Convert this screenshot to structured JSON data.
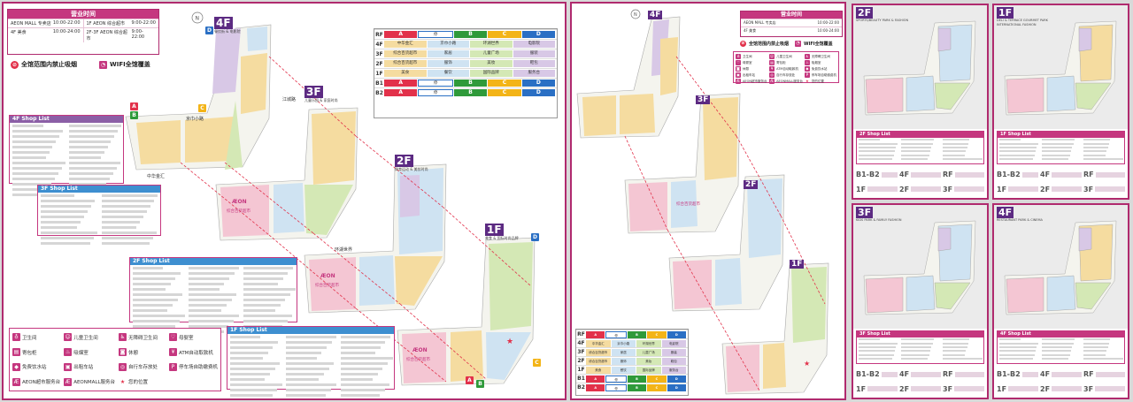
{
  "hours": {
    "title": "营业时间",
    "rows": [
      {
        "name": "AEON MALL 专卖店",
        "time": "10:00-22:00"
      },
      {
        "name": "1F AEON 综合超市",
        "time": "9:00-22:00"
      },
      {
        "name": "4F 美食",
        "time": "10:00-24:00"
      },
      {
        "name": "2F-3F AEON 综合超市",
        "time": "9:00-22:00"
      }
    ]
  },
  "notices": {
    "no_smoking": "全馆范围内禁止吸烟",
    "wifi": "WIFI全馆覆盖"
  },
  "floors": {
    "f4": {
      "tag": "4F",
      "sub": "餐饮街 & 电影院",
      "sub_en": "RESTAURANT PARK & CINEMA"
    },
    "f3": {
      "tag": "3F",
      "sub": "儿童乐园 & 家庭时尚",
      "sub_en": "KIDS PARK & FAMILY FASHION"
    },
    "f2": {
      "tag": "2F",
      "sub": "体育运动 & 美妆时尚",
      "sub_en": "SPORTS/BEAUTY PARK & FASHION"
    },
    "f1": {
      "tag": "1F",
      "sub": "美食 & 国际时尚品牌",
      "sub_en": "DELI & TERRACE GOURMET PARK INTERNATIONAL FASHION"
    }
  },
  "map_labels": {
    "zhonghua": "中华金汇",
    "jingcheng": "京巾小路",
    "huanhu": "环湖世界",
    "aeon_store": "综合百货超市",
    "aeon_brand": "ÆON",
    "jiangshang": "江城路"
  },
  "shop_lists": {
    "f4": "4F Shop List",
    "f3": "3F Shop List",
    "f2": "2F Shop List",
    "f1": "1F Shop List"
  },
  "parking": {
    "a": "A",
    "b": "B",
    "c": "C",
    "d": "D"
  },
  "directory": {
    "rows": [
      {
        "floor": "RF",
        "cells": [
          "A",
          "停",
          "B",
          "C",
          "D"
        ]
      },
      {
        "floor": "4F",
        "cells": [
          "中华金汇",
          "京巾小路",
          "环湖世界",
          "电影院"
        ]
      },
      {
        "floor": "3F",
        "cells": [
          "综合百货超市",
          "家居",
          "儿童广场",
          "服装"
        ]
      },
      {
        "floor": "2F",
        "cells": [
          "综合百货超市",
          "服饰",
          "美妆",
          "鞋包"
        ]
      },
      {
        "floor": "1F",
        "cells": [
          "美食",
          "餐饮",
          "国际品牌",
          "服务台"
        ]
      },
      {
        "floor": "B1",
        "cells": [
          "A",
          "停",
          "B",
          "C",
          "D"
        ]
      },
      {
        "floor": "B2",
        "cells": [
          "A",
          "停",
          "B",
          "C",
          "D"
        ]
      }
    ]
  },
  "legend": [
    {
      "icon": "toilet-icon",
      "glyph": "♁",
      "label": "卫生间"
    },
    {
      "icon": "kids-toilet-icon",
      "glyph": "☺",
      "label": "儿童卫生间"
    },
    {
      "icon": "accessible-toilet-icon",
      "glyph": "♿",
      "label": "无障碍卫生间"
    },
    {
      "icon": "nursing-room-icon",
      "glyph": "♡",
      "label": "母婴室"
    },
    {
      "icon": "locker-icon",
      "glyph": "▤",
      "label": "寄包柜"
    },
    {
      "icon": "smoking-room-icon",
      "glyph": "♨",
      "label": "吸烟室"
    },
    {
      "icon": "rest-area-icon",
      "glyph": "◙",
      "label": "休憩"
    },
    {
      "icon": "atm-icon",
      "glyph": "¥",
      "label": "ATM自动取款机"
    },
    {
      "icon": "water-icon",
      "glyph": "◆",
      "label": "免费饮水站"
    },
    {
      "icon": "taxi-icon",
      "glyph": "▣",
      "label": "出租车站"
    },
    {
      "icon": "bike-icon",
      "glyph": "◎",
      "label": "自行车存放处"
    },
    {
      "icon": "parking-pay-icon",
      "glyph": "P",
      "label": "停车场自助缴费机"
    },
    {
      "icon": "aeon-service-icon",
      "glyph": "Æ",
      "label": "AEON超市服务台"
    },
    {
      "icon": "aeonmall-service-icon",
      "glyph": "Æ",
      "label": "AEONMALL服务台"
    },
    {
      "icon": "you-are-here-icon",
      "glyph": "★",
      "label": "您的位置"
    }
  ],
  "mini_maps": [
    {
      "id": "2f",
      "tag": "2F",
      "sub": "SPORTS/BEAUTY PARK & FASHION",
      "list": "2F Shop List"
    },
    {
      "id": "1f",
      "tag": "1F",
      "sub": "DELI & TERRACE GOURMET PARK INTERNATIONAL FASHION",
      "list": "1F Shop List"
    },
    {
      "id": "3f",
      "tag": "3F",
      "sub": "KIDS PARK & FAMILY FASHION",
      "list": "3F Shop List"
    },
    {
      "id": "4f",
      "tag": "4F",
      "sub": "RESTAURANT PARK & CINEMA",
      "list": "4F Shop List"
    }
  ],
  "mini_floor_index": [
    "B1-B2",
    "4F",
    "RF",
    "1F",
    "2F",
    "3F"
  ],
  "colors": {
    "brand": "#c5377f",
    "frame": "#b02a6e",
    "aeon_pink": "#f4c6d3",
    "shop_yellow": "#f5dca0",
    "shop_blue": "#cfe3f2",
    "shop_green": "#d4e8b5",
    "lilac": "#d8c8e6",
    "corridor": "#f4f4ee",
    "park_a": "#e2314a",
    "park_b": "#2f9a3a",
    "park_c": "#f3b417",
    "park_d": "#2a6fc4"
  }
}
